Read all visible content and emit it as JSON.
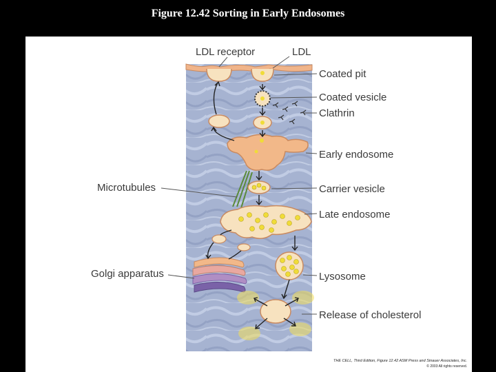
{
  "title": "Figure 12.42  Sorting in Early Endosomes",
  "labels": {
    "ldl_receptor": "LDL receptor",
    "ldl": "LDL",
    "coated_pit": "Coated pit",
    "coated_vesicle": "Coated vesicle",
    "clathrin": "Clathrin",
    "early_endosome": "Early endosome",
    "microtubules": "Microtubules",
    "carrier_vesicle": "Carrier vesicle",
    "late_endosome": "Late endosome",
    "golgi_apparatus": "Golgi apparatus",
    "lysosome": "Lysosome",
    "release_of_cholesterol": "Release of cholesterol"
  },
  "credit": {
    "line1": "THE CELL, Third Edition, Figure 12.42  ASM Press and Sinauer Associates, Inc.",
    "line2": "© 2003 All rights reserved."
  },
  "colors": {
    "cytoplasm": "#a9b6d3",
    "membrane": "#f0b48a",
    "vesicle": "#f7e2bf",
    "ldl": "#f0dc38",
    "golgi": "#7a62a8",
    "cholesterol": "#f3df5a",
    "label_text": "#3a3a3a"
  }
}
